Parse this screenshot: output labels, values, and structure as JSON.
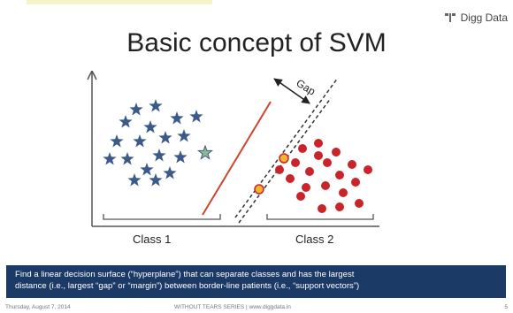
{
  "header": {
    "brand_name": "Digg Data"
  },
  "slide": {
    "title": "Basic concept of SVM",
    "figure": {
      "gap_label": "Gap",
      "class1_label": "Class 1",
      "class2_label": "Class 2",
      "colors": {
        "star": "#3a5a8c",
        "support_star": "#8fb88f",
        "dot": "#c9242a",
        "support_dot": "#f2b52e",
        "hyperplane": "#d0442c",
        "margin_line": "#333333",
        "axis": "#555555"
      }
    },
    "caption": {
      "line1": "Find a linear decision surface (“hyperplane”) that can separate classes and has the largest",
      "line2": "distance (i.e., largest “gap” or “margin”) between border-line patients (i.e., “support vectors”)"
    }
  },
  "footer": {
    "date": "Thursday, August 7, 2014",
    "series": "WITHOUT TEARS SERIES | www.diggdata.in",
    "page_number": "5"
  }
}
